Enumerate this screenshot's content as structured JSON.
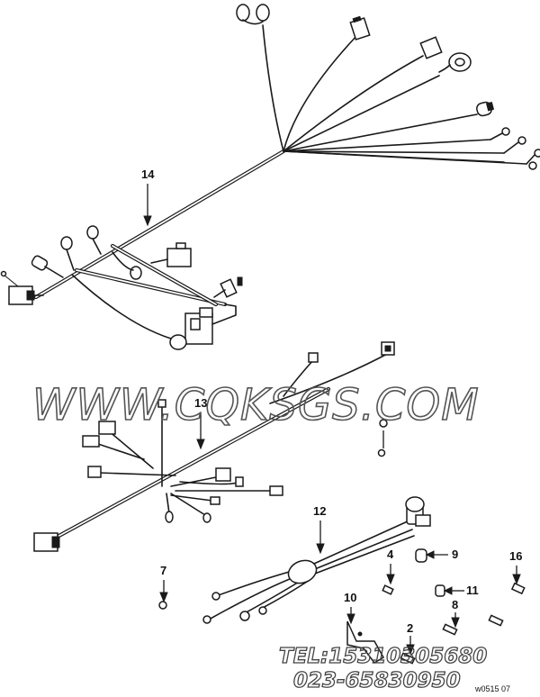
{
  "diagram": {
    "callouts": [
      "14",
      "13",
      "12",
      "7",
      "4",
      "9",
      "16",
      "10",
      "11",
      "8",
      "2"
    ],
    "watermark": "WWW.CQKSGS.COM",
    "contact_line_1": "TEL:15310305680",
    "contact_line_2": "023-65830950",
    "figure_code": "w0515 07"
  },
  "colors": {
    "line": "#1a1a1a",
    "background": "#ffffff",
    "watermark": "#555555"
  }
}
